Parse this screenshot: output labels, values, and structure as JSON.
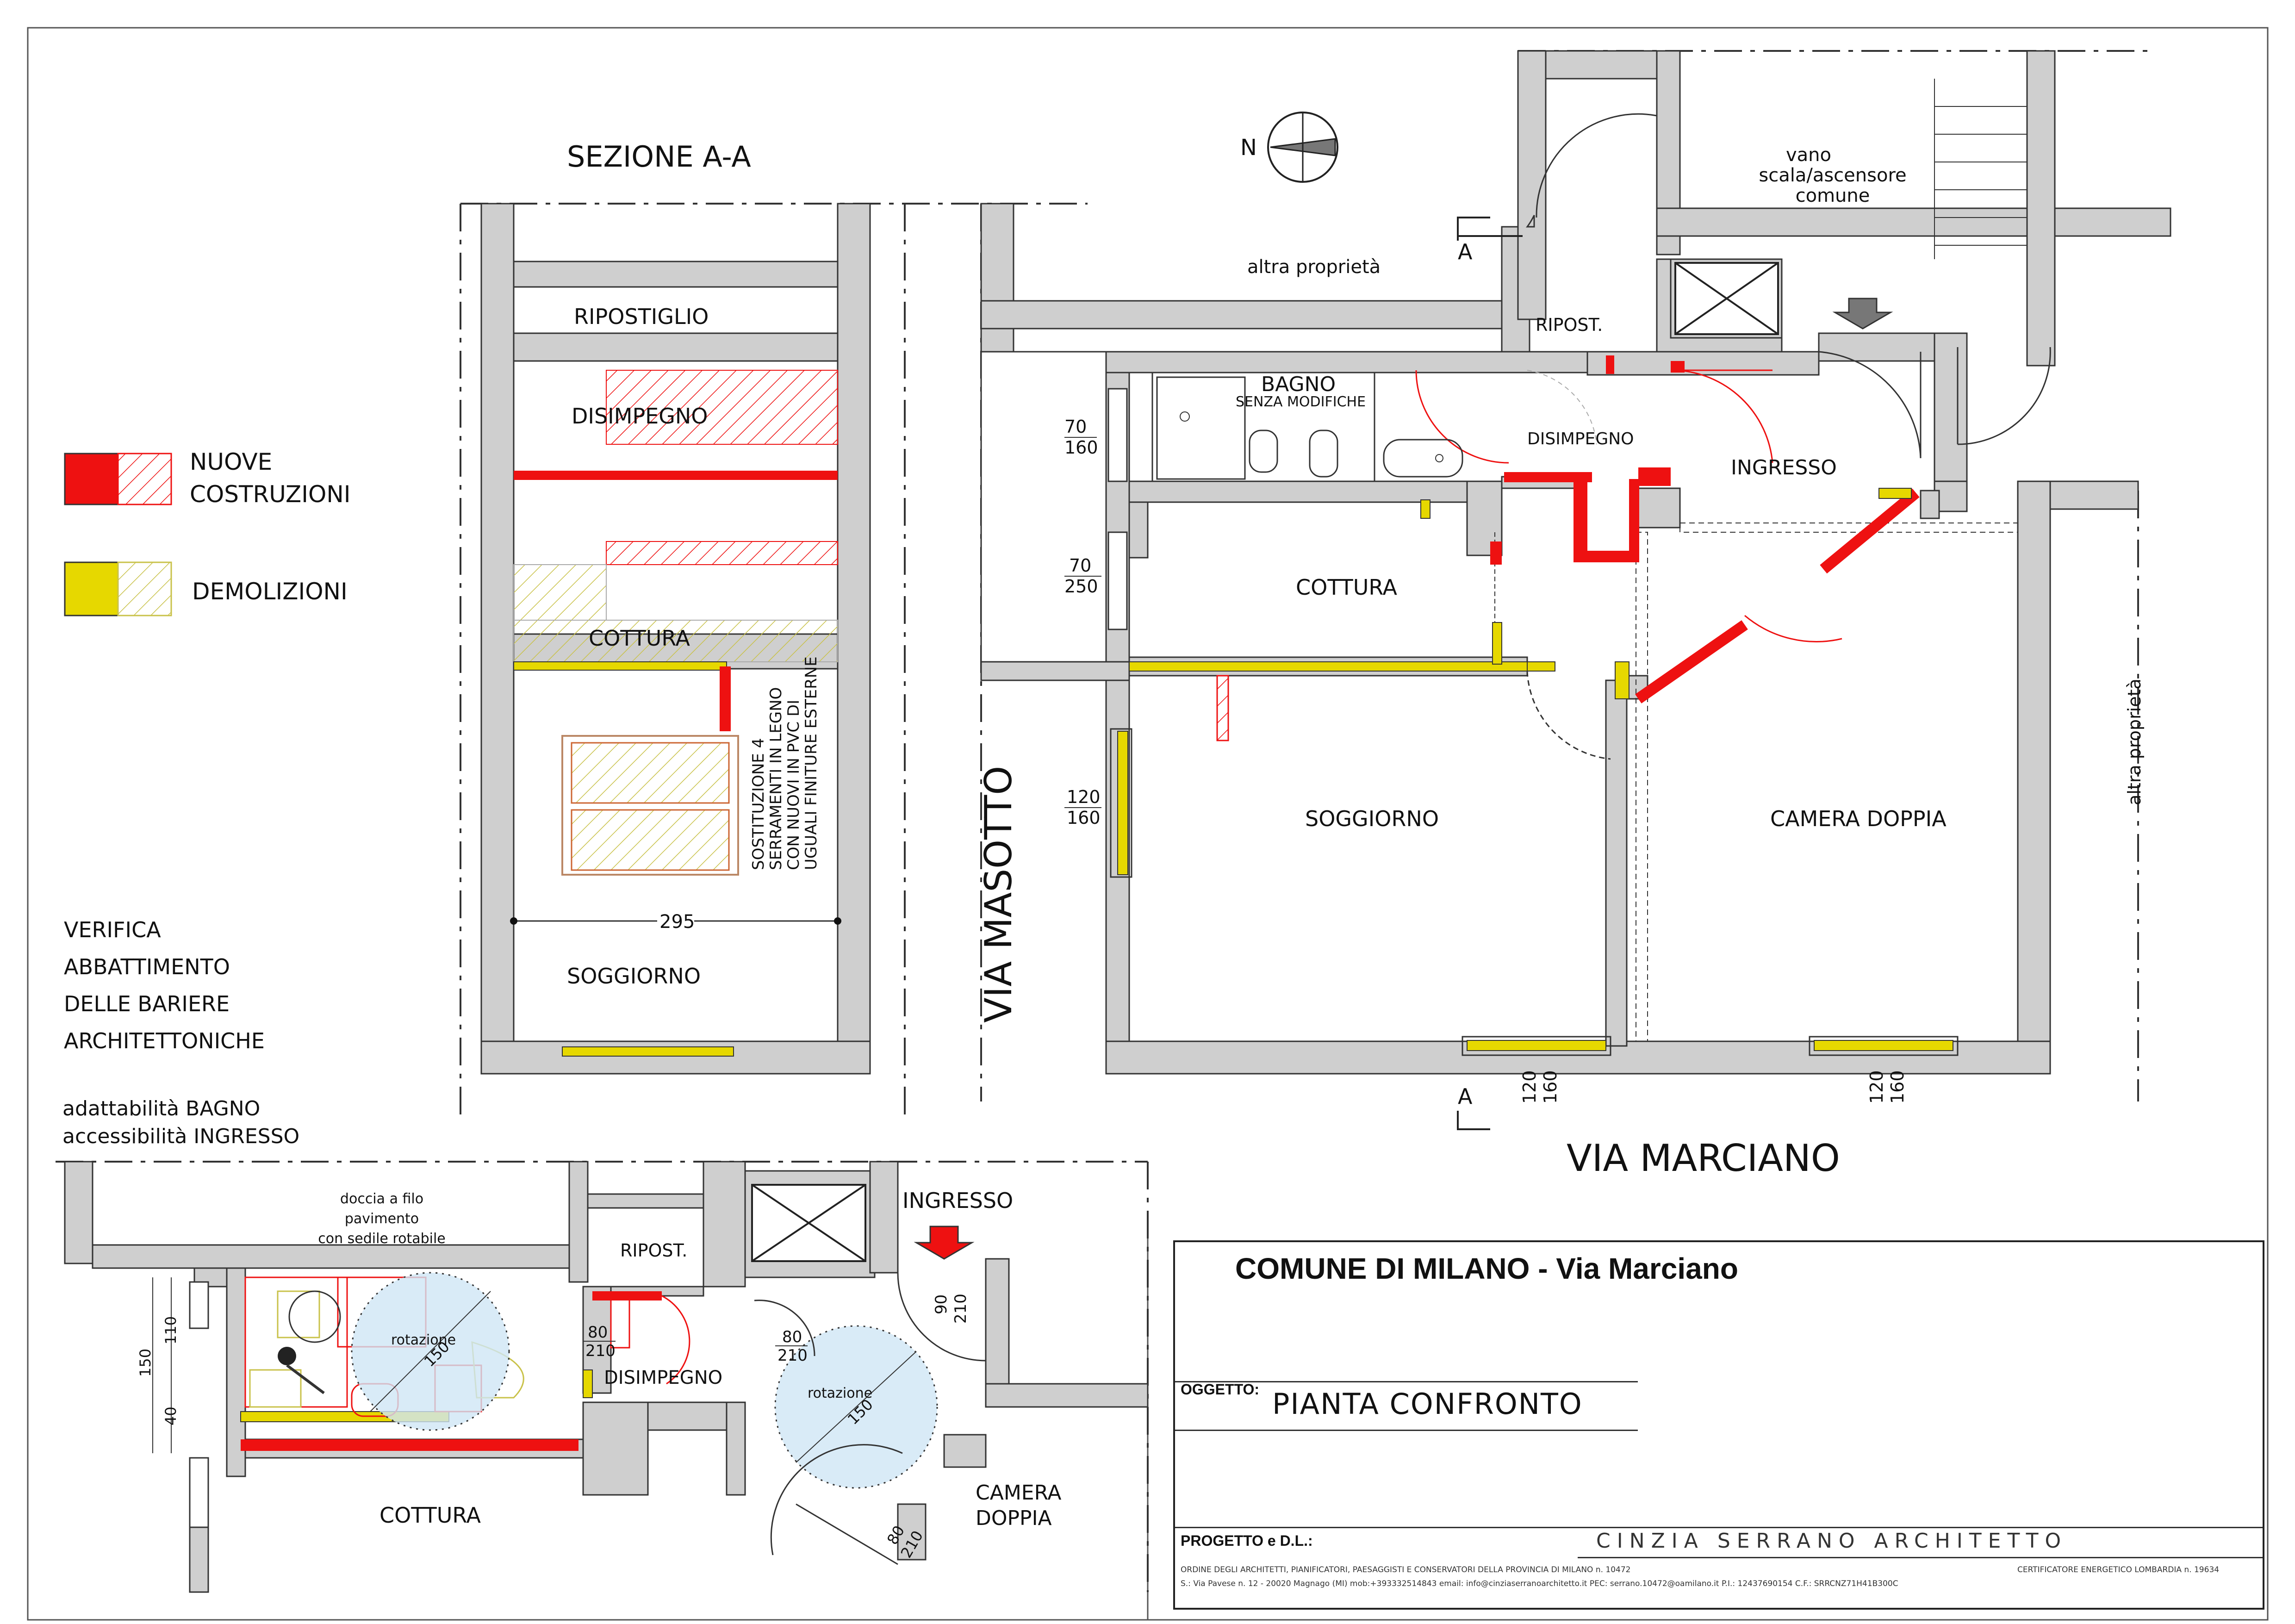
{
  "sections": {
    "section_title": "SEZIONE A-A",
    "section_rooms": [
      "RIPOSTIGLIO",
      "DISIMPEGNO",
      "COTTURA",
      "SOGGIORNO"
    ],
    "section_dim": "295",
    "section_note": [
      "SOSTITUZIONE 4",
      "SERRAMENTI IN LEGNO",
      "CON NUOVI IN PVC DI",
      "UGUALI FINITURE ESTERNE"
    ]
  },
  "legend": {
    "new_line1": "NUOVE",
    "new_line2": "COSTRUZIONI",
    "demo": "DEMOLIZIONI",
    "colors": {
      "new": "#ee1111",
      "demo": "#e6d800",
      "wall": "#cfcfcf"
    }
  },
  "verifica": [
    "VERIFICA",
    "ABBATTIMENTO",
    "DELLE BARIERE",
    "ARCHITETTONICHE"
  ],
  "adapt": [
    "adattabilità  BAGNO",
    "accessibilità INGRESSO"
  ],
  "plan": {
    "north": "N",
    "altra1": "altra proprietà",
    "altra2": "altra proprietà",
    "vano": [
      "vano",
      "scala/ascensore",
      "comune"
    ],
    "ripost": "RIPOST.",
    "bagno": "BAGNO",
    "bagno_sub": "SENZA MODIFICHE",
    "disimpegno": "DISIMPEGNO",
    "ingresso": "INGRESSO",
    "cottura": "COTTURA",
    "soggiorno": "SOGGIORNO",
    "camera": "CAMERA DOPPIA",
    "street_left": "VIA MASOTTO",
    "street_bottom": "VIA MARCIANO",
    "cut_label": "A",
    "win1": [
      "70",
      "160"
    ],
    "win2": [
      "70",
      "250"
    ],
    "win3": [
      "120",
      "160"
    ],
    "win4": [
      "120",
      "160"
    ],
    "win5": [
      "120",
      "160"
    ]
  },
  "detail": {
    "shower": [
      "doccia a filo",
      "pavimento",
      "con sedile rotabile"
    ],
    "rotazione": "rotazione",
    "d150": "150",
    "d110": "110",
    "d40": "40",
    "door": [
      "80",
      "210"
    ],
    "ingresso": "INGRESSO",
    "ripost": "RIPOST.",
    "disimpegno": "DISIMPEGNO",
    "cottura": "COTTURA",
    "camera": [
      "CAMERA",
      "DOPPIA"
    ],
    "d90": "90",
    "d210": "210"
  },
  "titleblock": {
    "title": "COMUNE DI MILANO - Via Marciano",
    "oggetto_label": "OGGETTO:",
    "oggetto": "PIANTA CONFRONTO",
    "progetto_label": "PROGETTO e D.L.:",
    "firm": "CINZIA SERRANO ARCHITETTO",
    "line1_left": "ORDINE DEGLI ARCHITETTI, PIANIFICATORI, PAESAGGISTI E CONSERVATORI DELLA PROVINCIA DI MILANO n. 10472",
    "line1_right": "CERTIFICATORE ENERGETICO LOMBARDIA n. 19634",
    "line2": "S.: Via Pavese n. 12 - 20020 Magnago (MI) mob:+393332514843 email: info@cinziaserranoarchitetto.it PEC: serrano.10472@oamilano.it P.I.: 12437690154 C.F.: SRRCNZ71H41B300C"
  }
}
